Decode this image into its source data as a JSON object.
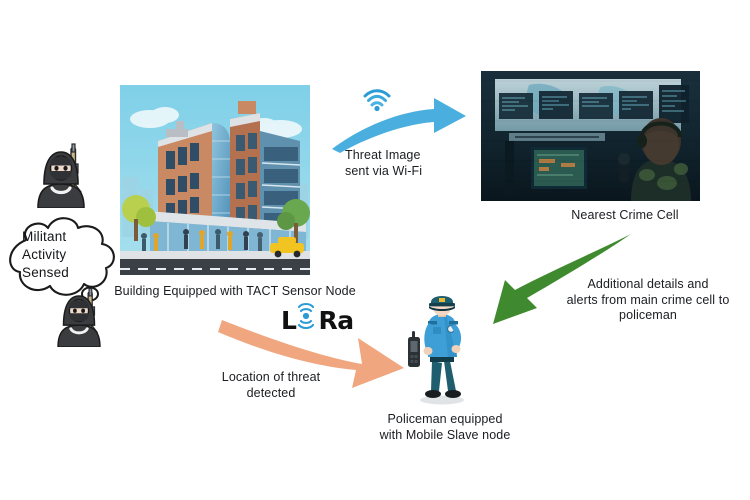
{
  "diagram": {
    "title": "TACT sensor node threat-alert flow",
    "background": "#ffffff"
  },
  "threat_source": {
    "actor_icon_top": "militant-icon",
    "actor_icon_bottom": "militant-icon",
    "thought_bubble": {
      "icon": "thought-cloud-icon",
      "text": "Militant\nActivity\nSensed"
    }
  },
  "nodes": [
    {
      "id": "building",
      "image_icon": "building-illustration",
      "caption": "Building Equipped with TACT Sensor Node"
    },
    {
      "id": "crime-cell",
      "image_icon": "command-center-photo",
      "caption": "Nearest Crime Cell"
    },
    {
      "id": "policeman",
      "image_icon": "policeman-illustration",
      "caption": "Policeman equipped\nwith Mobile Slave node"
    }
  ],
  "flows": [
    {
      "id": "wifi-uplink",
      "arrow_icon": "curved-arrow-right-blue",
      "badge_icon": "wifi-icon",
      "color": "#4aaede",
      "label": "Threat Image\nsent via Wi-Fi"
    },
    {
      "id": "lora-downlink",
      "arrow_icon": "curved-arrow-right-orange",
      "badge_icon": "lora-logo",
      "badge_text": "LoRa",
      "color": "#f0a780",
      "label": "Location of threat\ndetected"
    },
    {
      "id": "crimecell-to-policeman",
      "arrow_icon": "curved-arrow-downleft-green",
      "color": "#3f8a2e",
      "label": "Additional details and\nalerts from main crime cell to\npoliceman"
    }
  ],
  "colors": {
    "wifi_arrow": "#4aaede",
    "lora_arrow": "#f0a780",
    "green_arrow": "#3f8a2e",
    "text": "#1b1d21",
    "lora_wave": "#2a9bd6"
  }
}
